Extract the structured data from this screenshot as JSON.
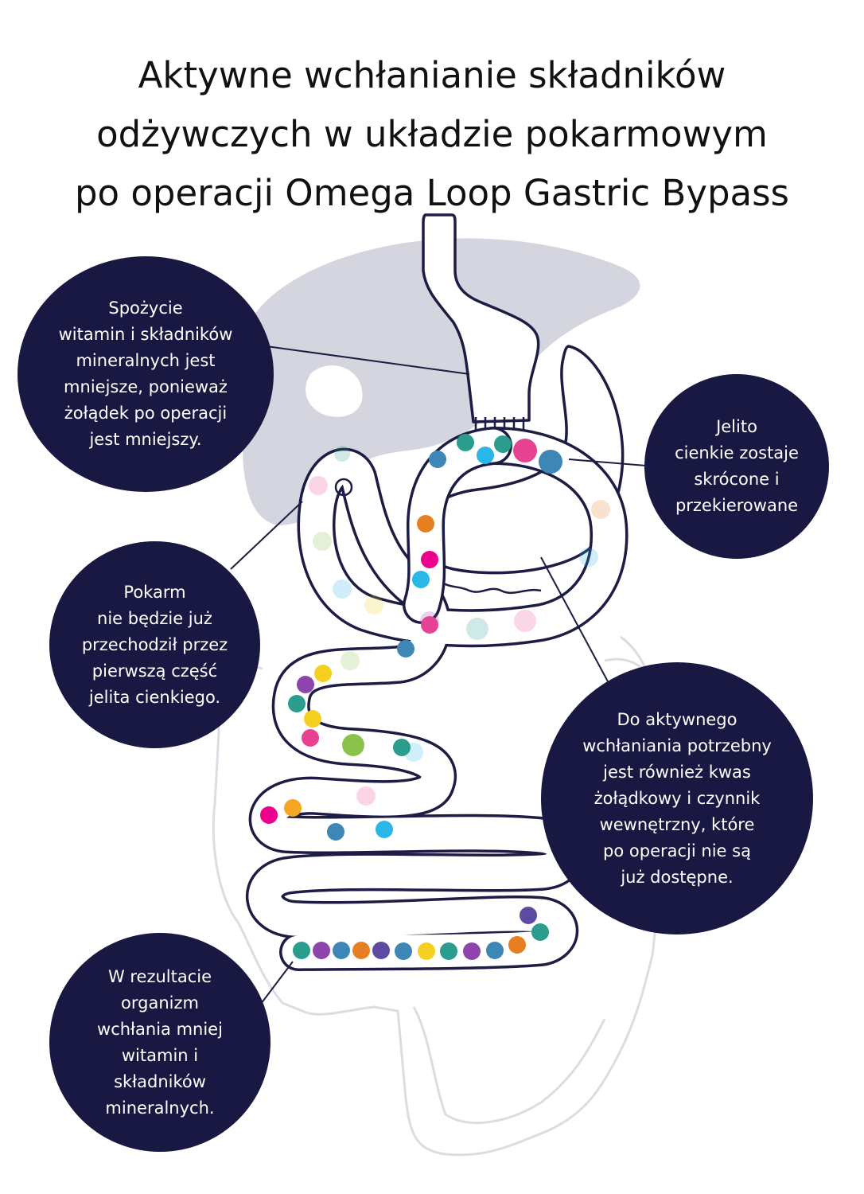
{
  "title": {
    "lines": [
      "Aktywne wchłanianie składników",
      "odżywczych w układzie pokarmowym",
      "po operacji Omega Loop Gastric Bypass"
    ]
  },
  "callouts": {
    "intake": {
      "lines": [
        "Spożycie",
        "witamin i składników",
        "mineralnych jest",
        "mniejsze, ponieważ",
        "żołądek po operacji",
        "jest mniejszy."
      ]
    },
    "intestine": {
      "lines": [
        "Jelito",
        "cienkie zostaje",
        "skrócone i",
        "przekierowane"
      ]
    },
    "food": {
      "lines": [
        "Pokarm",
        "nie będzie już",
        "przechodził przez",
        "pierwszą część",
        "jelita cienkiego."
      ]
    },
    "acid": {
      "lines": [
        "Do aktywnego",
        "wchłaniania potrzebny",
        "jest również kwas",
        "żołądkowy i czynnik",
        "wewnętrzny, które",
        "po operacji nie są",
        "już dostępne."
      ]
    },
    "result": {
      "lines": [
        "W rezultacie",
        "organizm",
        "wchłania mniej",
        "witamin i",
        "składników",
        "mineralnych."
      ]
    }
  },
  "colors": {
    "callout_bg": "#181842",
    "outline": "#1c1c44",
    "organ_shadow": "#d4d5de",
    "faint_outline": "#dcdce4",
    "nutrient_palette": [
      "#2a9d8f",
      "#8e44ad",
      "#3e86b5",
      "#e67e22",
      "#5c4ba0",
      "#f5d020",
      "#e84393",
      "#29b6e8",
      "#8bc34a",
      "#ec008c"
    ]
  }
}
